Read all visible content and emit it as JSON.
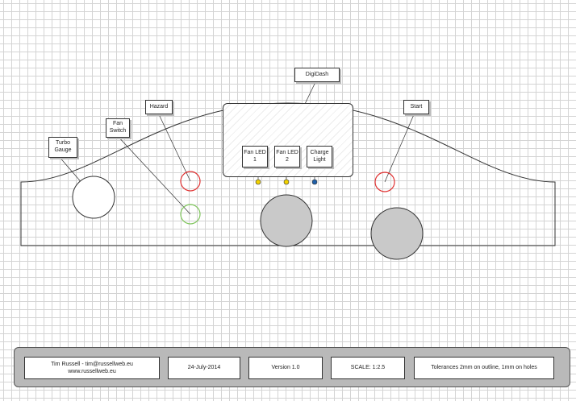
{
  "labels": {
    "turbo_gauge": "Turbo\nGauge",
    "fan_switch": "Fan\nSwitch",
    "hazard": "Hazard",
    "digidash": "DigiDash",
    "fan_led_1": "Fan LED\n1",
    "fan_led_2": "Fan LED\n2",
    "charge_light": "Charge\nLight",
    "start": "Start"
  },
  "title_block": {
    "author": "Tim Russell - tim@russellweb.eu",
    "website": "www.russellweb.eu",
    "date": "24-July-2014",
    "version": "Version 1.0",
    "scale": "SCALE:  1:2.5",
    "tolerances": "Tolerances 2mm on outline, 1mm on holes"
  },
  "colors": {
    "outline": "#333333",
    "hole_grey": "#c9c9c9",
    "hazard_ring": "#e03030",
    "fan_switch_ring": "#7dc45a",
    "fan_led": "#f2d200",
    "charge_light": "#1f5fa8"
  }
}
